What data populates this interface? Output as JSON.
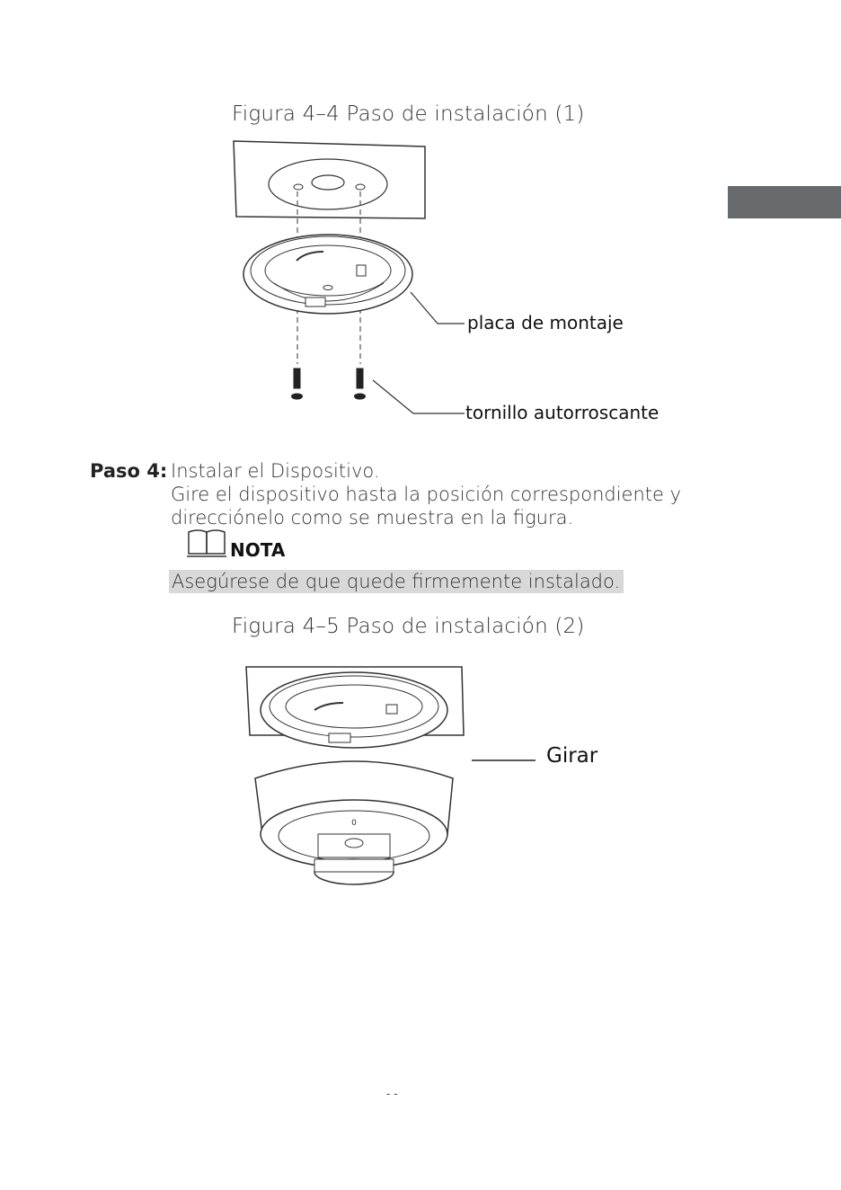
{
  "figure1": {
    "caption": "Figura 4–4 Paso de instalación (1)",
    "label_mount": "placa de montaje",
    "label_screw": "tornillo autorroscante"
  },
  "step4": {
    "label": "Paso 4:",
    "line1": "Instalar el Dispositivo.",
    "line2": "Gire el dispositivo hasta la posición correspondiente y",
    "line3": "direcciónelo como se muestra en la figura.",
    "note_title": "NOTA",
    "note_text": "Asegúrese de que quede firmemente instalado."
  },
  "figure2": {
    "caption": "Figura 4–5 Paso de instalación (2)",
    "label_rotate": "Girar"
  },
  "footer": {
    "page_number": "-  -"
  },
  "colors": {
    "side_tab": "#666a6d",
    "highlight": "#d8d8d8"
  }
}
